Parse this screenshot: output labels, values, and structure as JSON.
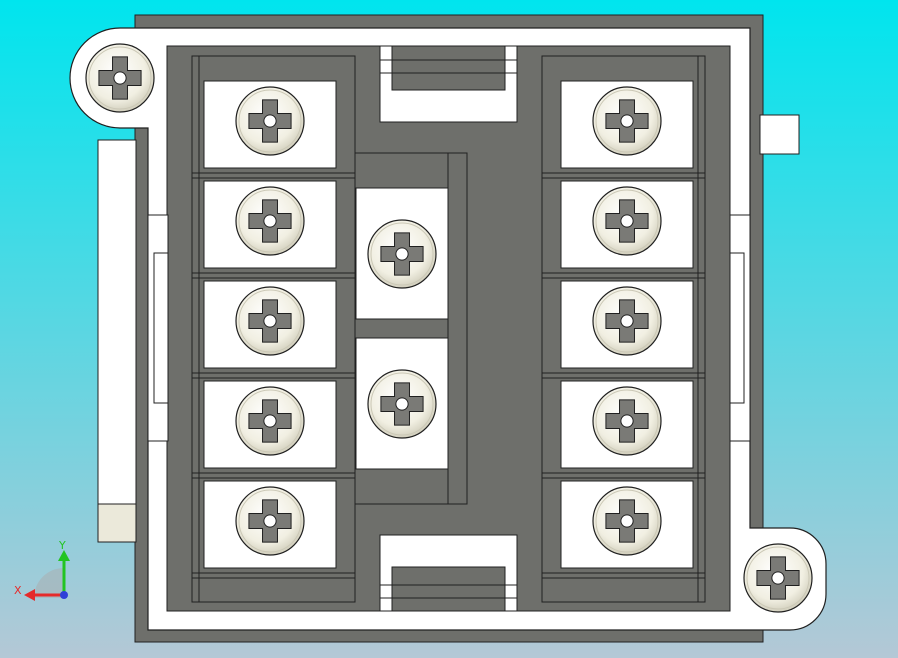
{
  "viewport": {
    "background_top": "#00e5ee",
    "background_bottom": "#b4c8d6"
  },
  "palette": {
    "body_dark": "#6e6f6b",
    "body_outline": "#202020",
    "white": "#ffffff",
    "cream": "#ebe9da",
    "screw_head": "#f2f0e4",
    "screw_rim": "#cbc8b6",
    "cross_fill": "#7a7a76",
    "axis_x": "#e52a2a",
    "axis_y": "#22c422",
    "axis_origin": "#2f3fd8"
  },
  "triad": {
    "x_label": "X",
    "y_label": "Y"
  },
  "part": {
    "left_terminal_rows": 5,
    "right_terminal_rows": 5,
    "center_terminals": 2,
    "mount_screws": 2
  }
}
